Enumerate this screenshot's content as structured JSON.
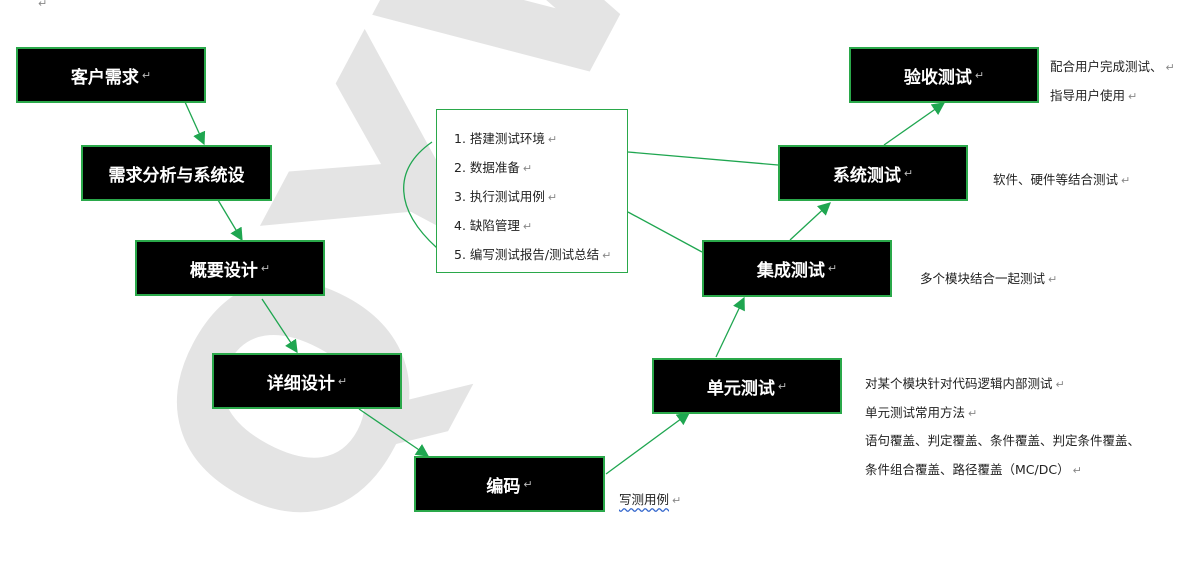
{
  "stages": {
    "customer_req": "客户需求",
    "req_analysis": "需求分析与系统设",
    "high_design": "概要设计",
    "detail_design": "详细设计",
    "coding": "编码",
    "unit_test": "单元测试",
    "integration_test": "集成测试",
    "system_test": "系统测试",
    "acceptance_test": "验收测试"
  },
  "paragraph_mark": "↵",
  "steps": [
    "1. 搭建测试环境",
    "2. 数据准备",
    "3. 执行测试用例",
    "4. 缺陷管理",
    "5. 编写测试报告/测试总结"
  ],
  "notes": {
    "write_cases": "写测用例",
    "unit_desc": [
      "对某个模块针对代码逻辑内部测试",
      "单元测试常用方法",
      "语句覆盖、判定覆盖、条件覆盖、判定条件覆盖、",
      "条件组合覆盖、路径覆盖（MC/DC）"
    ],
    "integration_desc": "多个模块结合一起测试",
    "system_desc": "软件、硬件等结合测试",
    "acceptance_desc": [
      "配合用户完成测试、",
      "指导用户使用"
    ]
  },
  "watermark": "QYW",
  "colors": {
    "box_fill": "#000000",
    "box_border": "#2aa84a",
    "arrow": "#1fa650",
    "watermark": "#e4e4e4"
  }
}
